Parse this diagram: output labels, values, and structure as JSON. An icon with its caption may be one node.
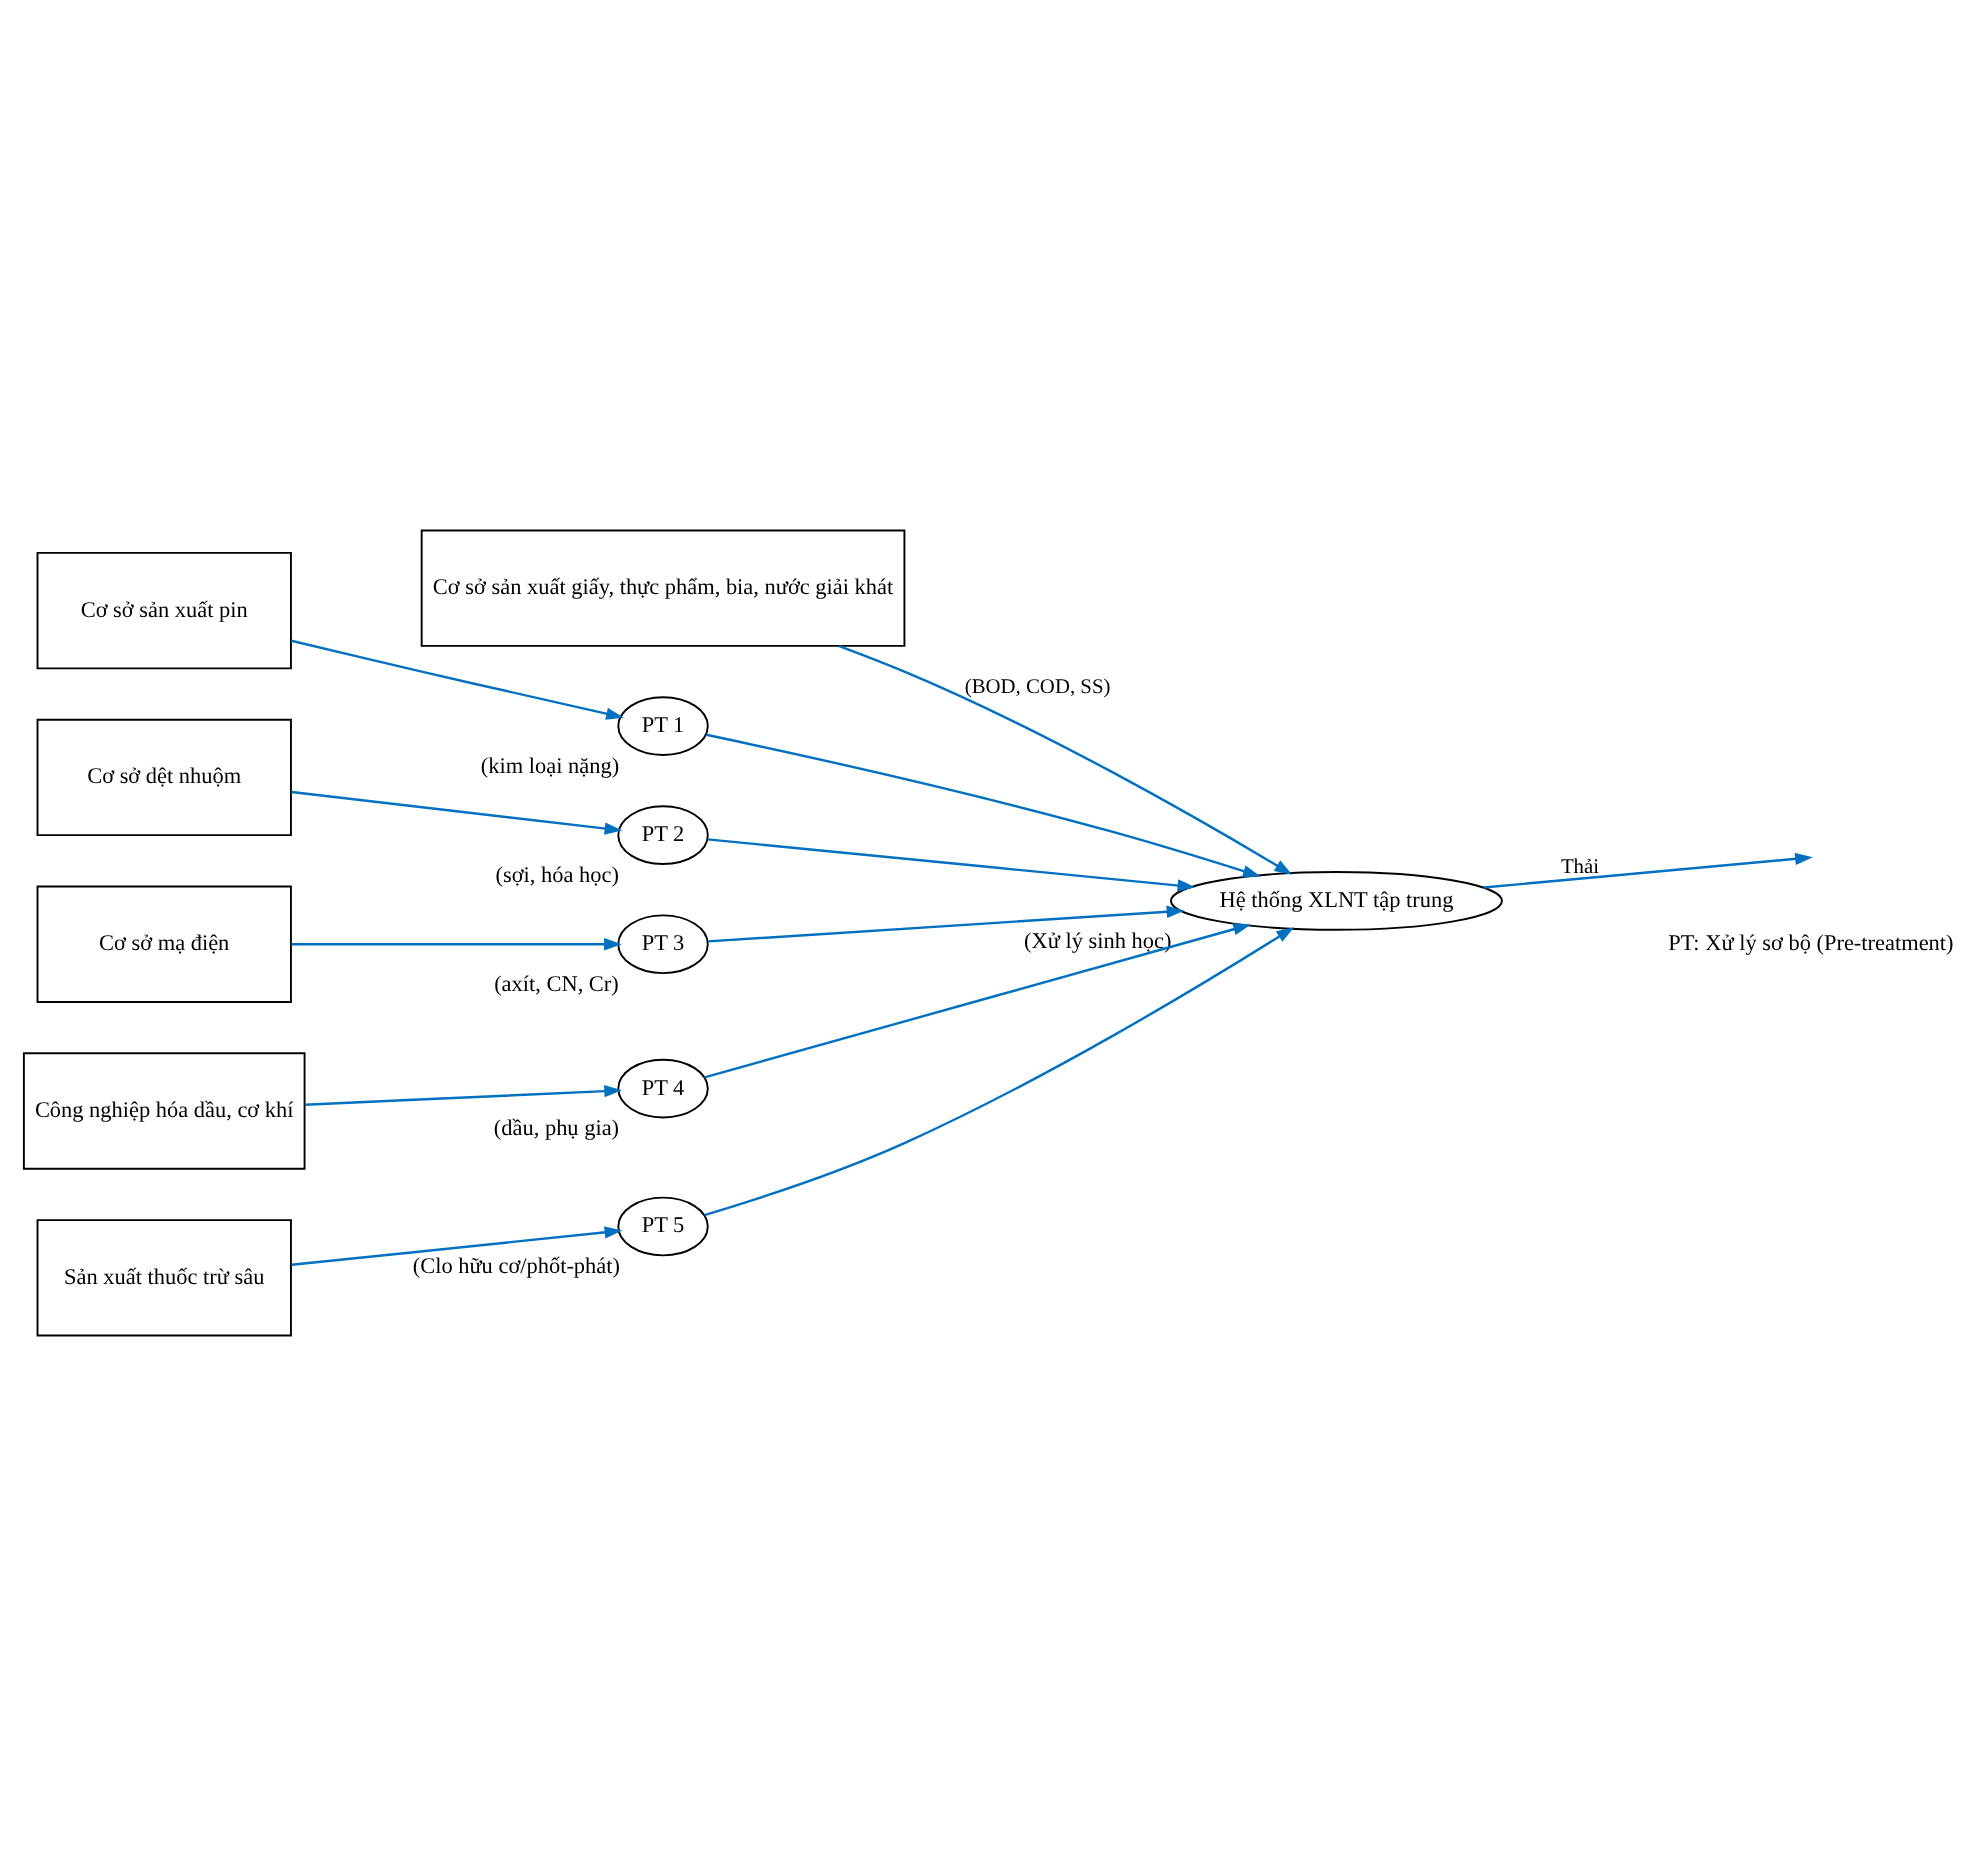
{
  "diagram": {
    "nodes": [
      {
        "text": [
          "Cơ sở sản xuất giấy, thực phẩm, bia, nước giải khát"
        ]
      },
      {
        "text": [
          "Cơ sở sản xuất pin"
        ]
      },
      {
        "text": [
          "PT 1"
        ],
        "beside": [
          "(kim loại nặng)"
        ]
      },
      {
        "text": [
          "Cơ sở dệt nhuộm"
        ]
      },
      {
        "text": [
          "PT 2"
        ],
        "beside": [
          "(sợi, hóa học)"
        ]
      },
      {
        "text": [
          "Cơ sở mạ điện"
        ]
      },
      {
        "text": [
          "PT 3"
        ],
        "beside": [
          "(axít, CN, Cr)"
        ]
      },
      {
        "text": [
          "Công nghiệp hóa dầu, cơ khí"
        ]
      },
      {
        "text": [
          "PT 4"
        ],
        "beside": [
          "(dầu, phụ gia)"
        ]
      },
      {
        "text": [
          "Sản xuất thuốc trừ sâu"
        ]
      },
      {
        "text": [
          "PT 5"
        ],
        "beside": [
          "(Clo hữu cơ/phốt-phát)"
        ]
      },
      {
        "text": [
          "Hệ thống XLNT tập trung"
        ],
        "beside": [
          "(Xử lý sinh học)"
        ]
      }
    ],
    "edges": [
      {
        "from": 0,
        "to": 11,
        "arrow": "to",
        "label": "(BOD, COD, SS)"
      },
      {
        "from": 1,
        "to": 2,
        "arrow": "to"
      },
      {
        "from": 2,
        "to": 11,
        "arrow": "to"
      },
      {
        "from": 3,
        "to": 4,
        "arrow": "to"
      },
      {
        "from": 4,
        "to": 11,
        "arrow": "to"
      },
      {
        "from": 5,
        "to": 6,
        "arrow": "to"
      },
      {
        "from": 6,
        "to": 11,
        "arrow": "to"
      },
      {
        "from": 7,
        "to": 8,
        "arrow": "to"
      },
      {
        "from": 8,
        "to": 11,
        "arrow": "to"
      },
      {
        "from": 9,
        "to": 10,
        "arrow": "to"
      },
      {
        "from": 10,
        "to": 11,
        "arrow": "to"
      },
      {
        "from": 11,
        "to": null,
        "arrow": "to",
        "label": "Thải"
      }
    ],
    "labels": [
      "PT: Xử lý sơ bộ (Pre-treatment)"
    ]
  }
}
